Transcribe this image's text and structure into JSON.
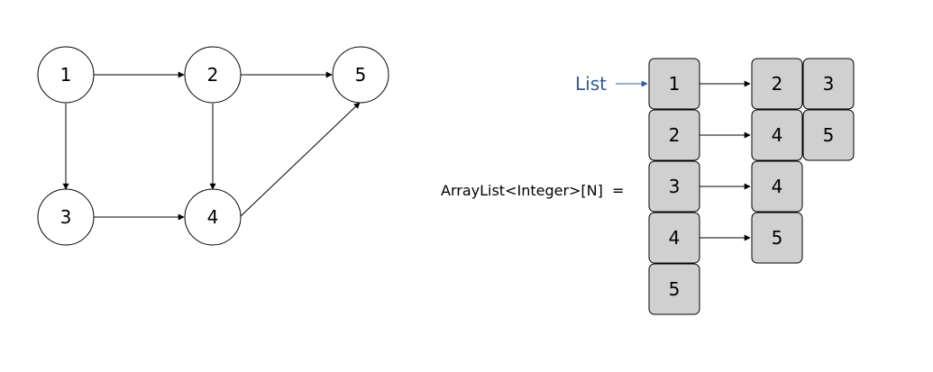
{
  "graph": {
    "nodes": [
      {
        "id": "1",
        "label": "1"
      },
      {
        "id": "2",
        "label": "2"
      },
      {
        "id": "5",
        "label": "5"
      },
      {
        "id": "3",
        "label": "3"
      },
      {
        "id": "4",
        "label": "4"
      }
    ],
    "edges": [
      {
        "from": "1",
        "to": "2"
      },
      {
        "from": "2",
        "to": "5"
      },
      {
        "from": "1",
        "to": "3"
      },
      {
        "from": "2",
        "to": "4"
      },
      {
        "from": "3",
        "to": "4"
      },
      {
        "from": "4",
        "to": "5"
      }
    ]
  },
  "adjacency": {
    "array_label": "ArrayList<Integer>[N]  =",
    "list_label": "List",
    "list_color": "#2e5b9a",
    "cell_color": "#d0d0d0",
    "rows": [
      {
        "head": "1",
        "neighbors": [
          "2",
          "3"
        ]
      },
      {
        "head": "2",
        "neighbors": [
          "4",
          "5"
        ]
      },
      {
        "head": "3",
        "neighbors": [
          "4"
        ]
      },
      {
        "head": "4",
        "neighbors": [
          "5"
        ]
      },
      {
        "head": "5",
        "neighbors": []
      }
    ]
  }
}
